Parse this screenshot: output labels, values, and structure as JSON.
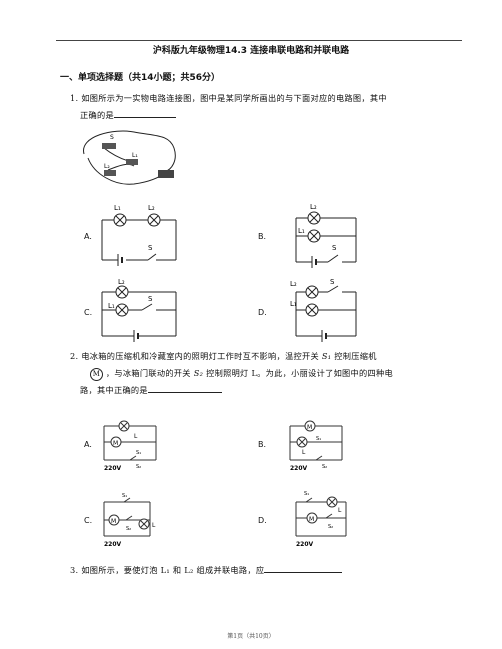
{
  "header": {
    "title": "沪科版九年级物理14.3 连接串联电路和并联电路"
  },
  "section": {
    "label": "一、单项选择题（共14小题；共56分）"
  },
  "q1": {
    "line1": "1. 如图所示为一实物电路连接图，图中是某同学所画出的与下面对应的电路图，其中",
    "line2": "正确的是",
    "photo_labels": [
      "S",
      "L₁",
      "L₂"
    ],
    "options": {
      "A": {
        "letter": "A.",
        "labels": [
          "L₁",
          "L₂",
          "S"
        ]
      },
      "B": {
        "letter": "B.",
        "labels": [
          "L₂",
          "L₁",
          "S"
        ]
      },
      "C": {
        "letter": "C.",
        "labels": [
          "L₂",
          "L₁",
          "S"
        ]
      },
      "D": {
        "letter": "D.",
        "labels": [
          "L₂",
          "S",
          "L₁"
        ]
      }
    }
  },
  "q2": {
    "line1a": "2. 电冰箱的压缩机和冷藏室内的照明灯工作时互不影响，温控开关",
    "s1": "S₁",
    "line1b": "控制压缩机",
    "motor": "M",
    "line2a": "，与冰箱门联动的开关",
    "s2": "S₂",
    "line2b": "控制照明灯 L。为此，小丽设计了如图中的四种电",
    "line3": "路，其中正确的是",
    "options": {
      "A": {
        "letter": "A.",
        "labels": [
          "M",
          "L",
          "S₁",
          "S₂",
          "220V"
        ]
      },
      "B": {
        "letter": "B.",
        "labels": [
          "M",
          "L",
          "S₁",
          "S₂",
          "220V"
        ]
      },
      "C": {
        "letter": "C.",
        "labels": [
          "S₁",
          "M",
          "S₂",
          "L",
          "220V"
        ]
      },
      "D": {
        "letter": "D.",
        "labels": [
          "S₁",
          "L",
          "M",
          "S₂",
          "220V"
        ]
      }
    }
  },
  "q3": {
    "text": "3. 如图所示，要使灯泡",
    "l1": "L₁",
    "mid": "和",
    "l2": "L₂",
    "end": "组成并联电路，应"
  },
  "footer": {
    "text": "第1页（共10页）"
  }
}
